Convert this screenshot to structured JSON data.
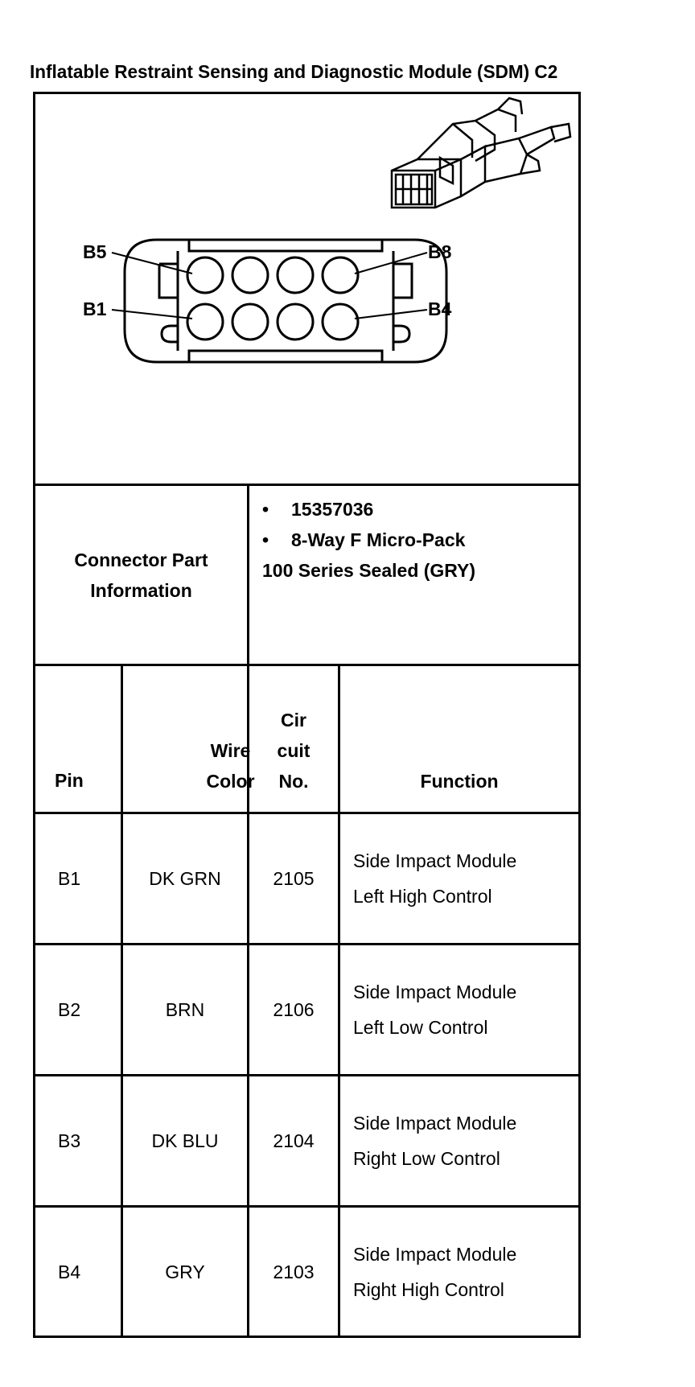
{
  "title": "Inflatable Restraint Sensing and Diagnostic Module (SDM) C2",
  "diagram": {
    "pin_labels": {
      "top_left": "B5",
      "top_right": "B8",
      "bottom_left": "B1",
      "bottom_right": "B4"
    }
  },
  "connector_info": {
    "label": "Connector Part Information",
    "bullets": [
      "15357036",
      "8-Way F Micro-Pack"
    ],
    "extra": "100 Series Sealed (GRY)"
  },
  "table": {
    "headers": {
      "pin": "Pin",
      "wire_color": "Wire Color",
      "circuit": "Cir cuit No.",
      "function": "Function"
    },
    "rows": [
      {
        "pin": "B1",
        "wire_color": "DK GRN",
        "circuit": "2105",
        "function": "Side Impact Module Left High Control"
      },
      {
        "pin": "B2",
        "wire_color": "BRN",
        "circuit": "2106",
        "function": "Side Impact Module Left Low Control"
      },
      {
        "pin": "B3",
        "wire_color": "DK BLU",
        "circuit": "2104",
        "function": "Side Impact Module Right Low Control"
      },
      {
        "pin": "B4",
        "wire_color": "GRY",
        "circuit": "2103",
        "function": "Side Impact Module Right High Control"
      }
    ]
  }
}
